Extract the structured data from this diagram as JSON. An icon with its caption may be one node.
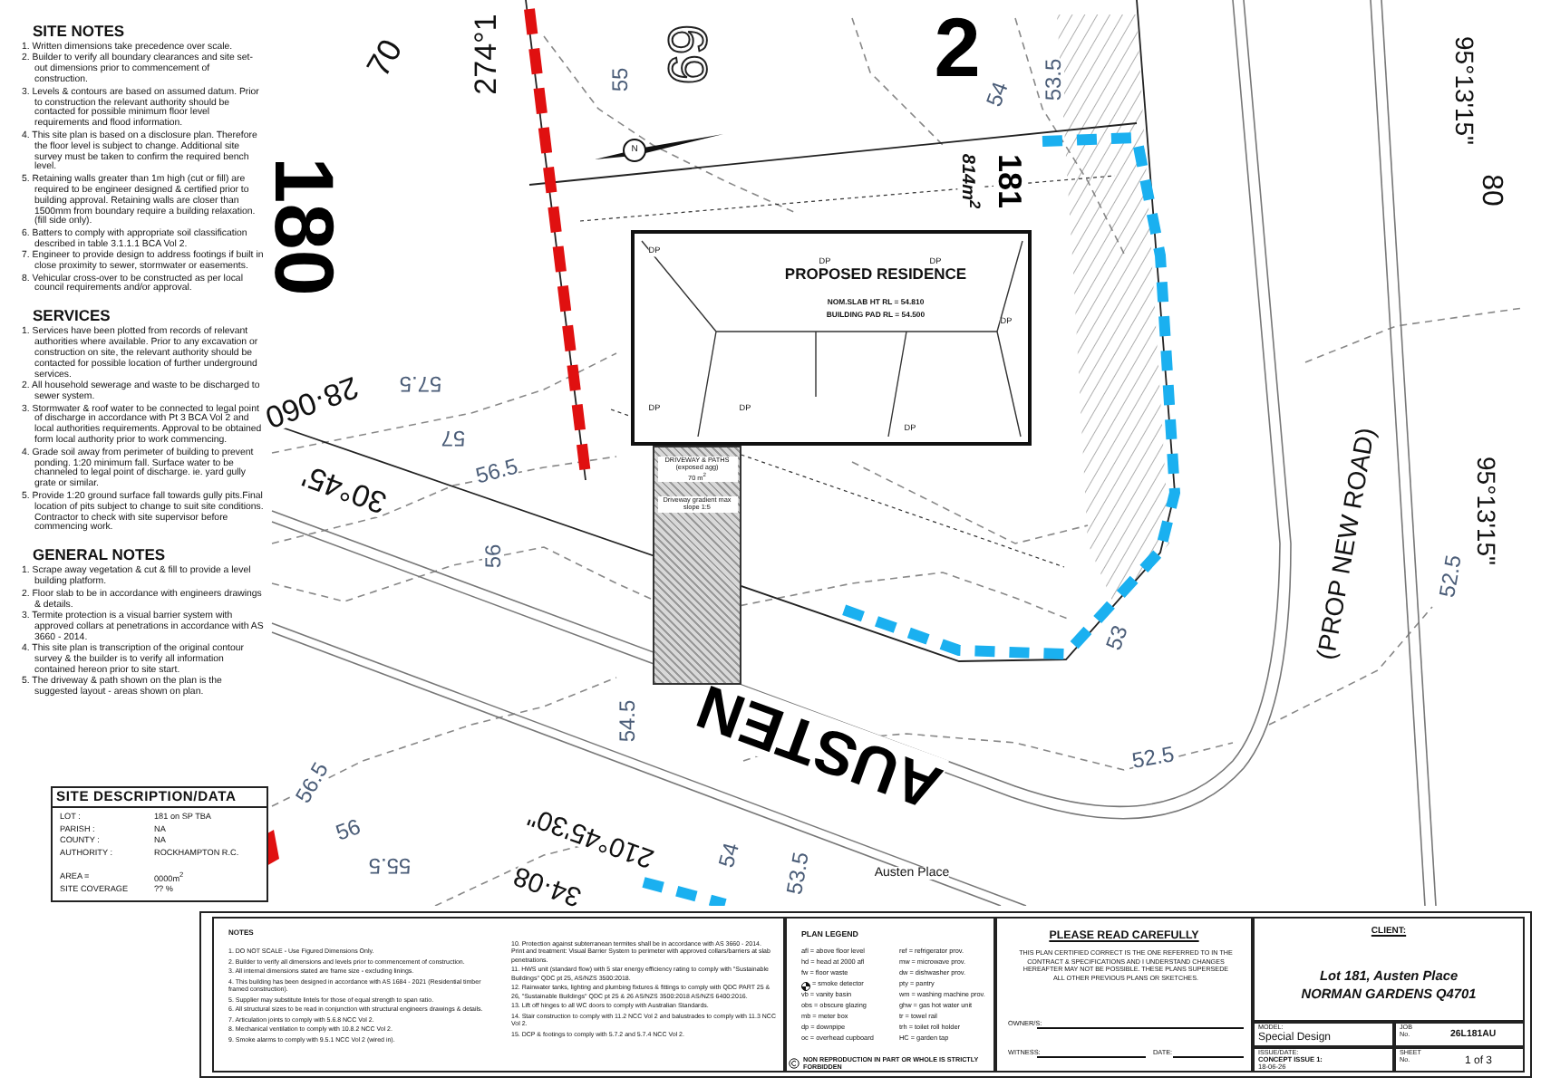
{
  "diagram": {
    "nodes": [
      {
        "text": [
          "PROPOSED RESIDENCE",
          "NOM.SLAB HT RL = 54.810",
          "BUILDING PAD RL = 54.500",
          "DP",
          "DP",
          "DP",
          "DP",
          "DP",
          "DP",
          "DP"
        ]
      },
      {
        "text": [
          "DRIVEWAY & PATHS (exposed agg)",
          "70 m$^{2}$",
          "Driveway gradient max slope 1:5"
        ]
      }
    ],
    "labels": [
      "SITE NOTES",
      "1. Written dimensions take precedence over scale.",
      "2. Builder to verify all boundary clearances and site set-out dimensions prior to commencement of construction.",
      "3. Levels & contours are based on assumed datum. Prior to construction the relevant authority should be contacted for possible minimum floor level requirements and flood information.",
      "4. This site plan is based on a disclosure plan. Therefore the floor level is subject to change. Additional site survey must be taken to confirm the required bench level.",
      "5. Retaining walls greater than 1m high (cut or fill) are required to be engineer designed & certified prior to building approval. Retaining walls are closer than 1500mm from boundary require a building relaxation. (fill side only).",
      "6. Batters to comply with appropriate soil classification described in table 3.1.1.1 BCA Vol 2.",
      "7. Engineer to provide design to address footings if built in close proximity to sewer, stormwater or easements.",
      "8. Vehicular cross-over to be constructed as per local council requirements and/or approval.",
      "SERVICES",
      "1. Services have been plotted from records of relevant authorities where available. Prior to any excavation or construction on site, the relevant authority should be contacted for possible location of further underground services.",
      "2. All household sewerage and waste to be discharged to sewer system.",
      "3. Stormwater & roof water to be connected to legal point of discharge in accordance with Pt 3 BCA Vol 2 and local authorities requirements. Approval to be obtained form local authority prior to work commencing.",
      "4. Grade soil away from perimeter of building to prevent ponding. 1:20 minimum fall. Surface water to be channeled to legal point of discharge. ie. yard gully grate or similar.",
      "5. Provide 1:20 ground surface fall towards gully pits.Final location of pits subject to change to suit site conditions. Contractor to check with site supervisor before commencing work.",
      "GENERAL NOTES",
      "1. Scrape away vegetation & cut & fill to provide a level building platform.",
      "2. Floor slab to be in accordance with engineers drawings & details.",
      "3. Termite protection is a visual barrier system with approved collars at penetrations in accordance with AS 3660 - 2014.",
      "4. This site plan is transcription of the original contour survey & the builder is to verify all information contained hereon prior to site start.",
      "5. The driveway & path shown on the plan is the suggested layout - areas shown on plan.",
      "SITE DESCRIPTION/DATA",
      "LOT :",
      "181 on SP TBA",
      "PARISH :",
      "NA",
      "COUNTY :",
      "NA",
      "AUTHORITY :",
      "ROCKHAMPTON R.C.",
      "AREA =",
      "0000m$^{2}$",
      "SITE COVERAGE",
      "?? %",
      "180",
      "69",
      "2",
      "274°1",
      "70",
      "55",
      "N",
      "54",
      "53.5",
      "814m$^{2}$",
      "181",
      "28·060",
      "57.5",
      "57",
      "56.5",
      "30°45'",
      "56",
      "56.5",
      "56",
      "55.5",
      "AUSTEN",
      "54.5",
      "210°45'30\"",
      "34·08",
      "54",
      "53.5",
      "Austen Place",
      "53",
      "52.5",
      "(PROP NEW ROAD)",
      "95°13'15\"",
      "52.5",
      "95°13'15\"",
      "80",
      "NOTES",
      "1. DO NOT SCALE - Use Figured Dimensions Only.",
      "2. Builder to verify all dimensions and levels prior to commencement of construction.",
      "3. All internal dimensions stated are frame size - excluding linings.",
      "4. This building has been designed in accordance with AS 1684 - 2021 (Residential timber framed construction).",
      "5. Supplier may substitute lintels for those of equal strength to span ratio.",
      "6. All structural sizes to be read in conjunction with structural engineers drawings & details.",
      "7. Articulation joints to comply with 5.6.8 NCC Vol 2.",
      "8. Mechanical ventilation to comply with 10.8.2 NCC Vol 2.",
      "9. Smoke alarms to comply with 9.5.1 NCC Vol 2 (wired in).",
      "10. Protection against subterranean termites shall be in accordance with AS 3660 - 2014. Print and treatment: Visual Barrier System to perimeter with approved collars/barriers at slab penetrations.",
      "11. HWS unit (standard flow) with 5 star energy efficiency rating to comply with \"Sustainable Buildings\" QDC pt 25, AS/NZS 3500:2018.",
      "12. Rainwater tanks, lighting and plumbing fixtures & fittings to comply with QDC PART 25 & 26, \"Sustainable Buildings\" QDC pt 25 & 26 AS/NZS 3500:2018 AS/NZS 6400:2016.",
      "13. Lift off hinges to all WC doors to comply with Australian Standards.",
      "14. Stair construction to comply with 11.2 NCC Vol 2 and balustrades to comply with 11.3 NCC Vol 2.",
      "15. DCP & footings to comply with 5.7.2 and 5.7.4 NCC Vol 2.",
      "PLAN LEGEND",
      "afl = above floor level",
      "hd = head at 2000 afl",
      "fw = floor waste",
      "= smoke detector",
      "vb = vanity basin",
      "obs = obscure glazing",
      "mb = meter box",
      "dp = downpipe",
      "oc = overhead cupboard",
      "ref = refrigerator prov.",
      "mw = microwave prov.",
      "dw = dishwasher prov.",
      "pty = pantry",
      "wm = washing machine prov.",
      "ghw = gas hot water unit",
      "tr = towel rail",
      "trh = toilet roll holder",
      "HC = garden tap",
      "NON REPRODUCTION IN PART OR WHOLE IS STRICTLY FORBIDDEN",
      "PLEASE READ CAREFULLY",
      "THIS PLAN CERTIFIED CORRECT IS THE ONE REFERRED TO IN THE CONTRACT & SPECIFICATIONS AND I UNDERSTAND CHANGES HEREAFTER MAY NOT BE POSSIBLE. THESE PLANS SUPERSEDE ALL OTHER PREVIOUS PLANS OR SKETCHES.",
      "OWNER/S:",
      "WITNESS:",
      "DATE:",
      "CLIENT:",
      "Lot 181, Austen Place",
      "NORMAN GARDENS Q4701",
      "MODEL:",
      "Special Design",
      "JOB No.",
      "26L181AU",
      "ISSUE/DATE:",
      "CONCEPT ISSUE 1:",
      "18-06-26",
      "SHEET No.",
      "1 of 3"
    ]
  }
}
